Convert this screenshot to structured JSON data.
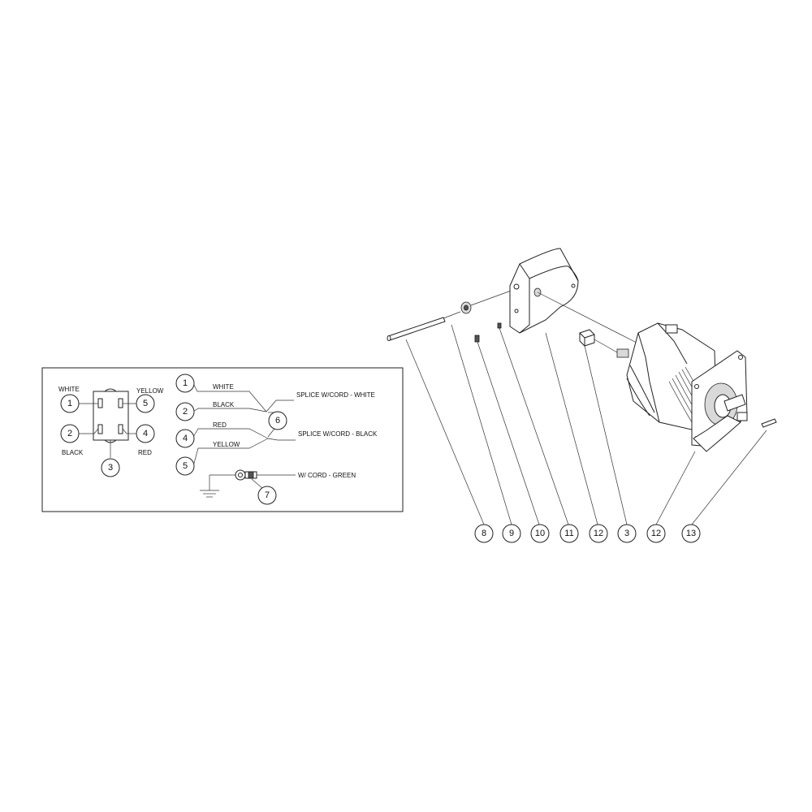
{
  "wiring": {
    "connector": {
      "label_white": "WHITE",
      "label_yellow": "YELLOW",
      "label_black": "BLACK",
      "label_red": "RED",
      "pin_numbers": [
        "1",
        "5",
        "2",
        "4"
      ],
      "connector_number": "3"
    },
    "splices": {
      "wires": [
        {
          "number": "1",
          "label": "WHITE"
        },
        {
          "number": "2",
          "label": "BLACK"
        },
        {
          "number": "4",
          "label": "RED"
        },
        {
          "number": "5",
          "label": "YELLOW"
        }
      ],
      "splice_number": "6",
      "splice_white": "SPLICE W/CORD - WHITE",
      "splice_black": "SPLICE W/CORD - BLACK",
      "ground_number": "7",
      "ground_label": "W/ CORD - GREEN"
    }
  },
  "exploded_view": {
    "callouts": [
      "8",
      "9",
      "10",
      "11",
      "12",
      "3",
      "12",
      "13"
    ]
  }
}
